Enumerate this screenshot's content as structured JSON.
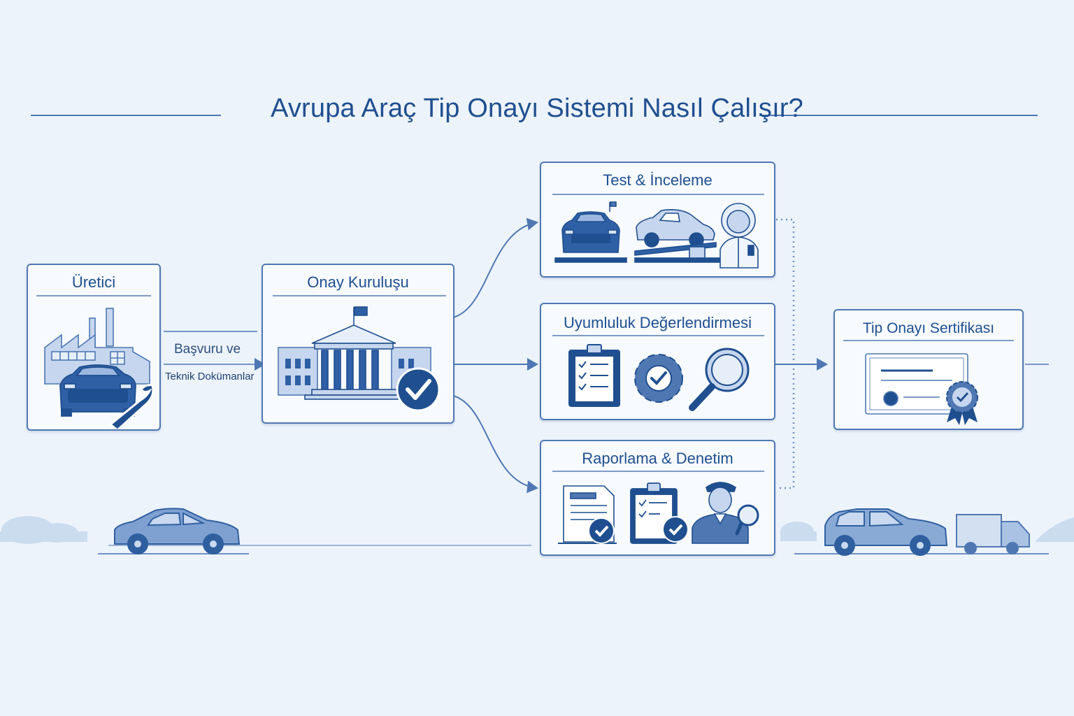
{
  "title": "Avrupa Araç Tip Onayı Sistemi Nasıl Çalışır?",
  "nodes": {
    "manufacturer": "Üretici",
    "authority": "Onay Kuruluşu",
    "testing": "Test & İnceleme",
    "compliance": "Uyumluluk Değerlendirmesi",
    "reporting": "Raporlama & Denetim",
    "certificate": "Tip Onayı Sertifikası"
  },
  "edges": {
    "application_line1": "Başvuru ve",
    "application_line2": "Teknik Dokümanlar"
  },
  "colors": {
    "primary": "#1f4f8f",
    "accent": "#4f78b3",
    "light": "#c6d6ee",
    "background": "#edf3fb"
  },
  "icons": {
    "manufacturer": [
      "factory-icon",
      "car-icon",
      "wrench-icon"
    ],
    "authority": [
      "government-building-icon",
      "checkmark-badge-icon"
    ],
    "testing": [
      "car-front-icon",
      "car-on-ramp-icon",
      "test-technician-icon"
    ],
    "compliance": [
      "clipboard-checklist-icon",
      "gear-check-icon",
      "magnifier-icon"
    ],
    "reporting": [
      "document-check-icon",
      "clipboard-check-icon",
      "inspector-icon"
    ],
    "certificate": [
      "certificate-icon",
      "award-ribbon-icon"
    ]
  }
}
